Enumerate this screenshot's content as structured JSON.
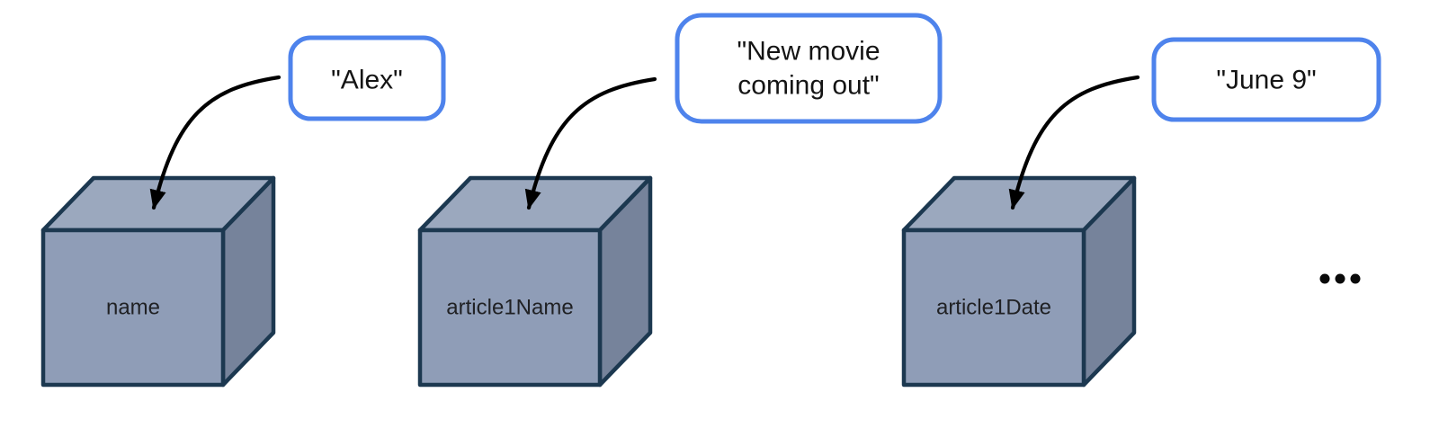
{
  "diagram": {
    "description": "Three labeled 3D boxes representing variables, each assigned a string value shown in a blue-outlined bubble with an arrow pointing into the box, followed by an ellipsis indicating more variables.",
    "ellipsis_label": "...",
    "colors": {
      "bubble_border": "#4E83EC",
      "bubble_fill": "#FFFFFF",
      "cube_front": "#8F9DB7",
      "cube_top": "#9BA8BE",
      "cube_side": "#76839B",
      "cube_outline": "#1C3850",
      "arrow": "#000000",
      "cube_label_text": "#202124",
      "bubble_text": "#141414"
    },
    "variables": [
      {
        "name": "name",
        "value": "\"Alex\"",
        "value_lines": [
          "\"Alex\""
        ]
      },
      {
        "name": "article1Name",
        "value": "\"New movie coming out\"",
        "value_lines": [
          "\"New movie",
          "coming out\""
        ]
      },
      {
        "name": "article1Date",
        "value": "\"June 9\"",
        "value_lines": [
          "\"June 9\""
        ]
      }
    ]
  }
}
